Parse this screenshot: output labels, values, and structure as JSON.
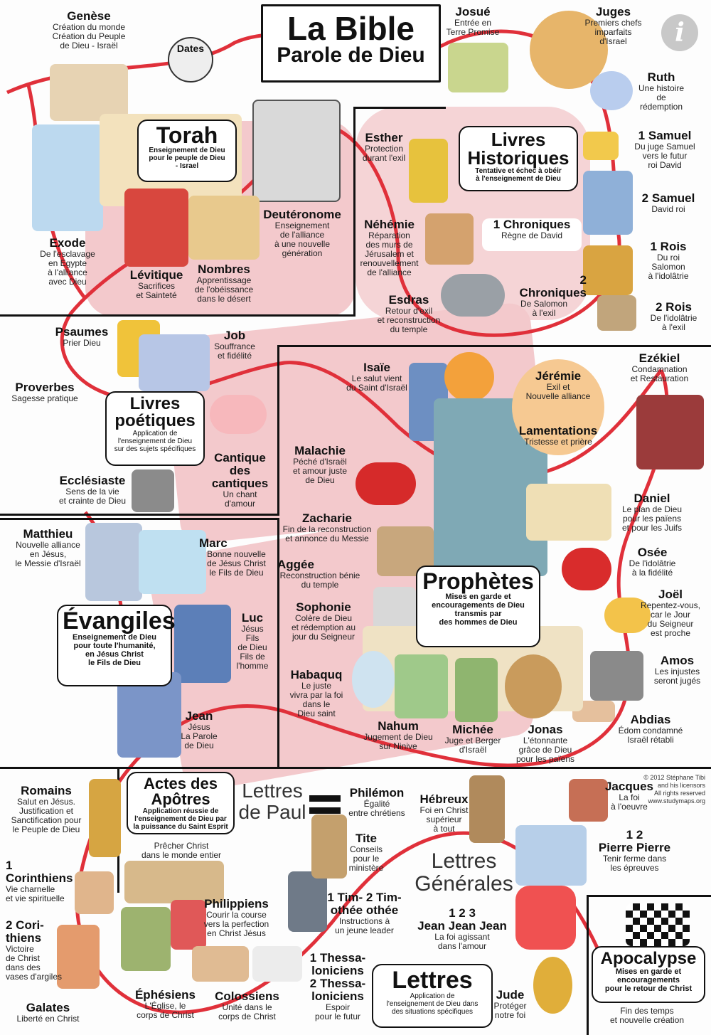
{
  "title": {
    "line1": "La Bible",
    "line2": "Parole de Dieu"
  },
  "dates_label": "Dates",
  "info_icon": "info-icon",
  "copyright": "© 2012 Stéphane Tibi\nand his licensors\nAll rights reserved\nwww.studymaps.org",
  "colors": {
    "pink_band": "#f3c9cc",
    "path_red": "#e0303a",
    "border": "#111111"
  },
  "sections": {
    "torah": {
      "title": "Torah",
      "subtitle": "Enseignement de Dieu\npour le peuple de Dieu\n- Israel"
    },
    "historiques": {
      "title": "Livres\nHistoriques",
      "subtitle": "Tentative et échec à obéir\nà l'enseignement de Dieu"
    },
    "poetiques": {
      "title": "Livres\npoétiques",
      "subtitle": "Application de\nl'enseignement de Dieu\nsur des sujets spécifiques"
    },
    "prophetes": {
      "title": "Prophètes",
      "subtitle": "Mises en garde et\nencouragements de Dieu\ntransmis par\ndes hommes de Dieu"
    },
    "evangiles": {
      "title": "Évangiles",
      "subtitle": "Enseignement de Dieu\npour toute l'humanité,\nen Jésus Christ\nle Fils de Dieu"
    },
    "actes": {
      "title": "Actes des\nApôtres",
      "subtitle": "Application réussie de\nl'enseignement de Dieu par\nla puissance du Saint Esprit",
      "desc": "Prêcher Christ\ndans le monde entier"
    },
    "lettres": {
      "title": "Lettres",
      "subtitle": "Application de\nl'enseignement de Dieu dans\ndes situations spécifiques"
    },
    "apocalypse": {
      "title": "Apocalypse",
      "subtitle": "Mises en garde et\nencouragements\npour le retour de Christ",
      "desc": "Fin des temps\net nouvelle création"
    }
  },
  "group_labels": {
    "paul": "Lettres\nde Paul",
    "generales": "Lettres\nGénérales"
  },
  "books": {
    "genese": {
      "name": "Genèse",
      "desc": "Création du monde\nCréation du Peuple\nde Dieu - Israël"
    },
    "exode": {
      "name": "Exode",
      "desc": "De l'esclavage\nen Egypte\nà l'alliance\navec Dieu"
    },
    "levitique": {
      "name": "Lévitique",
      "desc": "Sacrifices\net Sainteté"
    },
    "nombres": {
      "name": "Nombres",
      "desc": "Apprentissage\nde l'obéissance\ndans le désert"
    },
    "deuteronome": {
      "name": "Deutéronome",
      "desc": "Enseignement\nde l'alliance\nà une nouvelle\ngénération"
    },
    "josue": {
      "name": "Josué",
      "desc": "Entrée en\nTerre Promise"
    },
    "juges": {
      "name": "Juges",
      "desc": "Premiers chefs\nimparfaits\nd'Israel"
    },
    "ruth": {
      "name": "Ruth",
      "desc": "Une histoire\nde\nrédemption"
    },
    "samuel1": {
      "name": "1 Samuel",
      "desc": "Du juge Samuel\nvers le futur\nroi David"
    },
    "samuel2": {
      "name": "2 Samuel",
      "desc": "David roi"
    },
    "rois1": {
      "name": "1 Rois",
      "desc": "Du roi\nSalomon\nà l'idolâtrie"
    },
    "rois2": {
      "name": "2 Rois",
      "desc": "De l'idolâtrie\nà l'exil"
    },
    "chron1": {
      "name": "1 Chroniques",
      "desc": "Règne de David"
    },
    "chron2": {
      "name": "2\nChroniques",
      "desc": "De Salomon\nà l'exil"
    },
    "esther": {
      "name": "Esther",
      "desc": "Protection\ndurant l'exil"
    },
    "nehemie": {
      "name": "Néhémie",
      "desc": "Réparation\ndes murs de\nJérusalem et\nrenouvellement\nde l'alliance"
    },
    "esdras": {
      "name": "Esdras",
      "desc": "Retour d'exil\net reconstruction\ndu temple"
    },
    "psaumes": {
      "name": "Psaumes",
      "desc": "Prier Dieu"
    },
    "job": {
      "name": "Job",
      "desc": "Souffrance\net fidélité"
    },
    "proverbes": {
      "name": "Proverbes",
      "desc": "Sagesse pratique"
    },
    "cantique": {
      "name": "Cantique\ndes\ncantiques",
      "desc": "Un chant\nd'amour"
    },
    "ecclesiaste": {
      "name": "Ecclésiaste",
      "desc": "Sens de la vie\net crainte de Dieu"
    },
    "isaie": {
      "name": "Isaïe",
      "desc": "Le salut vient\ndu Saint d'Israël"
    },
    "jeremie": {
      "name": "Jérémie",
      "desc": "Exil et\nNouvelle alliance"
    },
    "lamentations": {
      "name": "Lamentations",
      "desc": "Tristesse et prière"
    },
    "ezekiel": {
      "name": "Ezékiel",
      "desc": "Condamnation\net Restauration"
    },
    "daniel": {
      "name": "Daniel",
      "desc": "Le plan de Dieu\npour les païens\net pour les Juifs"
    },
    "osee": {
      "name": "Osée",
      "desc": "De l'idolâtrie\nà la fidélité"
    },
    "joel": {
      "name": "Joël",
      "desc": "Repentez-vous,\ncar le Jour\ndu Seigneur\nest proche"
    },
    "amos": {
      "name": "Amos",
      "desc": "Les injustes\nseront jugés"
    },
    "abdias": {
      "name": "Abdias",
      "desc": "Édom condamné\nIsraël rétabli"
    },
    "malachie": {
      "name": "Malachie",
      "desc": "Péché d'Israël\net amour juste\nde Dieu"
    },
    "zacharie": {
      "name": "Zacharie",
      "desc": "Fin de la reconstruction\net annonce du Messie"
    },
    "aggee": {
      "name": "Aggée",
      "desc": "Reconstruction bénie\ndu temple"
    },
    "sophonie": {
      "name": "Sophonie",
      "desc": "Colère de Dieu\net rédemption au\njour du Seigneur"
    },
    "habaquq": {
      "name": "Habaquq",
      "desc": "Le juste\nvivra par la foi\ndans le\nDieu saint"
    },
    "nahum": {
      "name": "Nahum",
      "desc": "Jugement de Dieu\nsur Ninive"
    },
    "michee": {
      "name": "Michée",
      "desc": "Juge et Berger\nd'Israël"
    },
    "jonas": {
      "name": "Jonas",
      "desc": "L'étonnante\ngrâce de Dieu\npour les païens"
    },
    "matthieu": {
      "name": "Matthieu",
      "desc": "Nouvelle alliance\nen Jésus,\nle Messie d'Israël"
    },
    "marc": {
      "name": "Marc",
      "desc": "Bonne nouvelle\nde Jésus Christ\nle Fils de Dieu"
    },
    "luc": {
      "name": "Luc",
      "desc": "Jésus\nFils\nde Dieu\nFils de\nl'homme"
    },
    "jean": {
      "name": "Jean",
      "desc": "Jésus\nLa Parole\nde Dieu"
    },
    "romains": {
      "name": "Romains",
      "desc": "Salut en Jésus.\nJustification et\nSanctification pour\nle Peuple de Dieu"
    },
    "cor1": {
      "name": "1\nCorinthiens",
      "desc": "Vie charnelle\net vie spirituelle"
    },
    "cor2": {
      "name": "2 Cori-\nthiens",
      "desc": "Victoire\nde Christ\ndans des\nvases d'argiles"
    },
    "galates": {
      "name": "Galates",
      "desc": "Liberté en Christ"
    },
    "ephesiens": {
      "name": "Éphésiens",
      "desc": "L'Église, le\ncorps de Christ"
    },
    "philippiens": {
      "name": "Philippiens",
      "desc": "Courir la course\nvers la perfection\nen Christ Jésus"
    },
    "colossiens": {
      "name": "Colossiens",
      "desc": "Unité dans le\ncorps de Christ"
    },
    "thess": {
      "name": "1 Thessa-\nloniciens\n2 Thessa-\nloniciens",
      "desc": "Espoir\npour le futur"
    },
    "timothee": {
      "name": "1 Tim- 2 Tim-\nothée  othée",
      "desc": "Instructions à\nun jeune leader"
    },
    "tite": {
      "name": "Tite",
      "desc": "Conseils\npour le\nministère"
    },
    "philemon": {
      "name": "Philémon",
      "desc": "Égalité\nentre chrétiens"
    },
    "hebreux": {
      "name": "Hébreux",
      "desc": "Foi en Christ\nsupérieur\nà tout"
    },
    "jacques": {
      "name": "Jacques",
      "desc": "La foi\nà l'oeuvre"
    },
    "pierre": {
      "name": "1      2\nPierre  Pierre",
      "desc": "Tenir ferme dans\nles épreuves"
    },
    "jeanlettres": {
      "name": "1      2      3\nJean Jean Jean",
      "desc": "La foi agissant\ndans l'amour"
    },
    "jude": {
      "name": "Jude",
      "desc": "Protéger\nnotre foi"
    }
  }
}
